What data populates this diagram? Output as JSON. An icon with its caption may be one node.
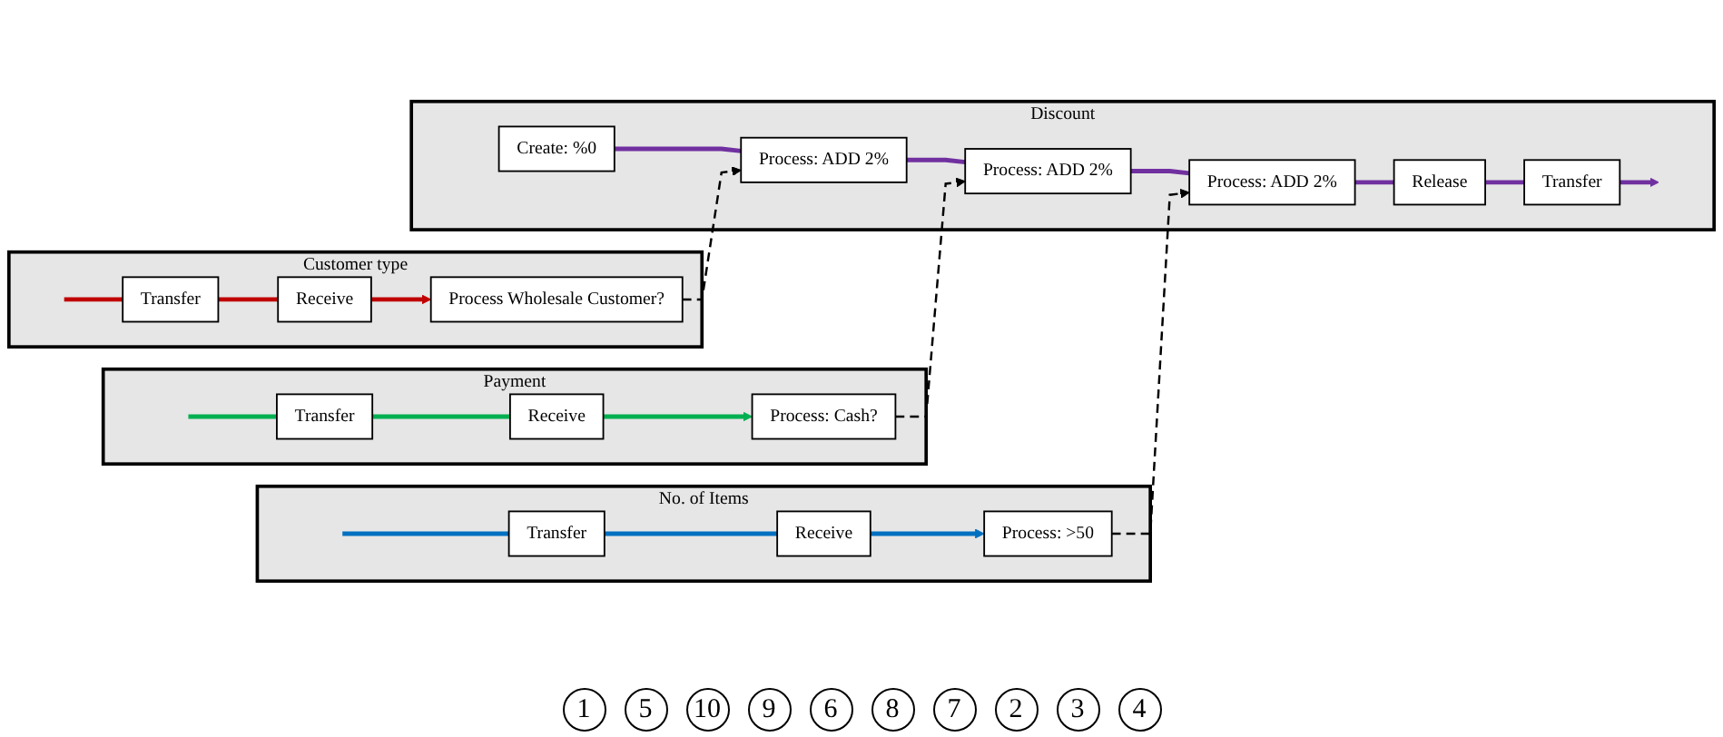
{
  "diagram": {
    "nodes": [
      {
        "text": [
          "Discount"
        ]
      },
      {
        "text": [
          "Create: %0"
        ],
        "in": 0
      },
      {
        "text": [
          "Process: ADD 2%"
        ],
        "in": 0
      },
      {
        "text": [
          "Process: ADD 2%"
        ],
        "in": 0
      },
      {
        "text": [
          "Process: ADD 2%"
        ],
        "in": 0
      },
      {
        "text": [
          "Release"
        ],
        "in": 0
      },
      {
        "text": [
          "Transfer"
        ],
        "in": 0
      },
      {
        "text": [
          "Customer type"
        ]
      },
      {
        "text": [
          "Transfer"
        ],
        "in": 7
      },
      {
        "text": [
          "Receive"
        ],
        "in": 7
      },
      {
        "text": [
          "Process Wholesale Customer?"
        ],
        "in": 7
      },
      {
        "text": [
          "Payment"
        ]
      },
      {
        "text": [
          "Transfer"
        ],
        "in": 11
      },
      {
        "text": [
          "Receive"
        ],
        "in": 11
      },
      {
        "text": [
          "Process: Cash?"
        ],
        "in": 11
      },
      {
        "text": [
          "No. of Items"
        ]
      },
      {
        "text": [
          "Transfer"
        ],
        "in": 15
      },
      {
        "text": [
          "Receive"
        ],
        "in": 15
      },
      {
        "text": [
          "Process: >50"
        ],
        "in": 15
      }
    ],
    "edges": [
      {
        "from": 1,
        "to": 2,
        "arrow": "none",
        "color": "#7030a0"
      },
      {
        "from": 2,
        "to": 3,
        "arrow": "none",
        "color": "#7030a0"
      },
      {
        "from": 3,
        "to": 4,
        "arrow": "none",
        "color": "#7030a0"
      },
      {
        "from": 4,
        "to": 5,
        "arrow": "none",
        "color": "#7030a0"
      },
      {
        "from": 5,
        "to": 6,
        "arrow": "none",
        "color": "#7030a0"
      },
      {
        "from": 6,
        "to": null,
        "arrow": "to",
        "color": "#7030a0"
      },
      {
        "from": null,
        "to": 8,
        "arrow": "none",
        "color": "#c00000"
      },
      {
        "from": 8,
        "to": 9,
        "arrow": "none",
        "color": "#c00000"
      },
      {
        "from": 9,
        "to": 10,
        "arrow": "to",
        "color": "#c00000"
      },
      {
        "from": 10,
        "to": 2,
        "arrow": "to",
        "style": "dashed",
        "color": "#000000"
      },
      {
        "from": null,
        "to": 12,
        "arrow": "none",
        "color": "#00b050"
      },
      {
        "from": 12,
        "to": 13,
        "arrow": "none",
        "color": "#00b050"
      },
      {
        "from": 13,
        "to": 14,
        "arrow": "to",
        "color": "#00b050"
      },
      {
        "from": 14,
        "to": 3,
        "arrow": "to",
        "style": "dashed",
        "color": "#000000"
      },
      {
        "from": null,
        "to": 16,
        "arrow": "none",
        "color": "#0070c0"
      },
      {
        "from": 16,
        "to": 17,
        "arrow": "none",
        "color": "#0070c0"
      },
      {
        "from": 17,
        "to": 18,
        "arrow": "to",
        "color": "#0070c0"
      },
      {
        "from": 18,
        "to": 4,
        "arrow": "to",
        "style": "dashed",
        "color": "#000000"
      }
    ],
    "labels": [
      "1",
      "5",
      "10",
      "9",
      "6",
      "8",
      "7",
      "2",
      "3",
      "4"
    ]
  }
}
